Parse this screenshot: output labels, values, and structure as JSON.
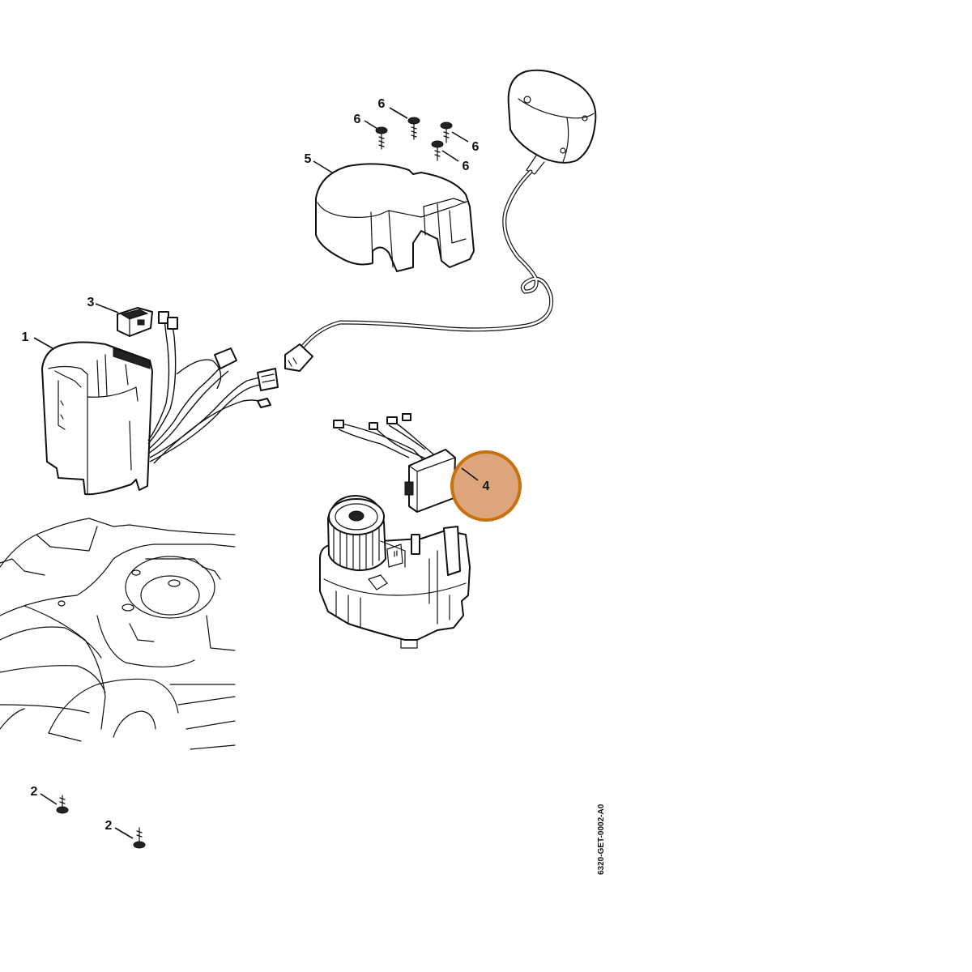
{
  "diagram": {
    "document_id": "6320-GET-0002-A0",
    "highlight_color": "#dca57c",
    "highlight_border_color": "#c8700e",
    "callouts": [
      {
        "id": "c1",
        "label": "1"
      },
      {
        "id": "c2a",
        "label": "2"
      },
      {
        "id": "c2b",
        "label": "2"
      },
      {
        "id": "c3",
        "label": "3"
      },
      {
        "id": "c4",
        "label": "4",
        "highlighted": true
      },
      {
        "id": "c5",
        "label": "5"
      },
      {
        "id": "c6a",
        "label": "6"
      },
      {
        "id": "c6b",
        "label": "6"
      },
      {
        "id": "c6c",
        "label": "6"
      },
      {
        "id": "c6d",
        "label": "6"
      }
    ]
  }
}
